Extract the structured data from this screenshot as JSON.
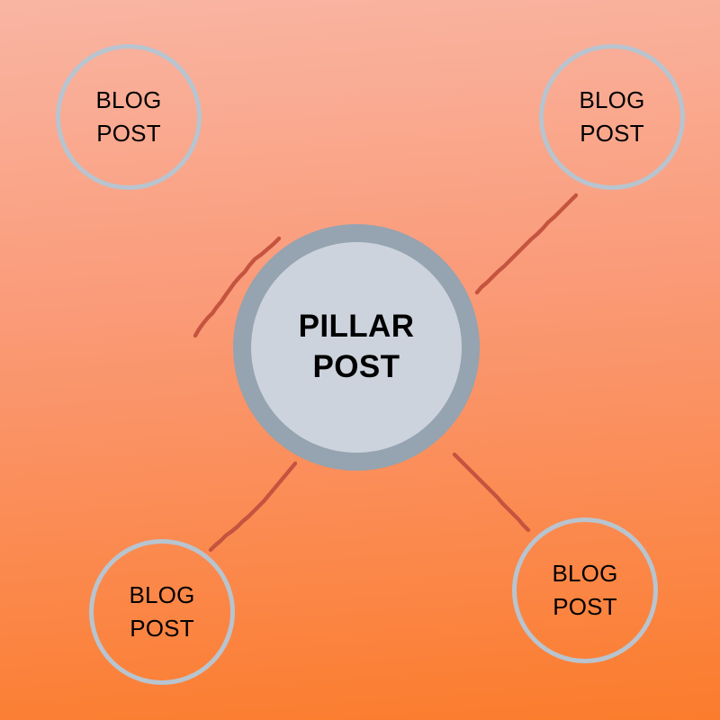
{
  "diagram": {
    "title": "Pillar Post and Blog Post cluster diagram",
    "background": {
      "gradient_from": "#f9b5a3",
      "gradient_to": "#fb7c2c",
      "direction": "top-to-bottom"
    },
    "center_node": {
      "id": "pillar-post",
      "line1": "PILLAR",
      "line2": "POST",
      "fill_color": "#ccd3dc",
      "ring_color": "#96a3b0",
      "text_color": "#000000"
    },
    "outer_nodes": [
      {
        "id": "blog-post-top-left",
        "position": "top-left",
        "line1": "BLOG",
        "line2": "POST",
        "ring_color": "#b8c4cf",
        "text_color": "#000000"
      },
      {
        "id": "blog-post-top-right",
        "position": "top-right",
        "line1": "BLOG",
        "line2": "POST",
        "ring_color": "#b8c4cf",
        "text_color": "#000000"
      },
      {
        "id": "blog-post-bottom-left",
        "position": "bottom-left",
        "line1": "BLOG",
        "line2": "POST",
        "ring_color": "#b8c4cf",
        "text_color": "#000000"
      },
      {
        "id": "blog-post-bottom-right",
        "position": "bottom-right",
        "line1": "BLOG",
        "line2": "POST",
        "ring_color": "#b8c4cf",
        "text_color": "#000000"
      }
    ],
    "connectors": {
      "color": "#c4543f",
      "width": 4,
      "style": "hand-drawn",
      "count": 4,
      "links": [
        "pillar-post -> blog-post-top-left",
        "pillar-post -> blog-post-top-right",
        "pillar-post -> blog-post-bottom-left",
        "pillar-post -> blog-post-bottom-right"
      ]
    }
  }
}
